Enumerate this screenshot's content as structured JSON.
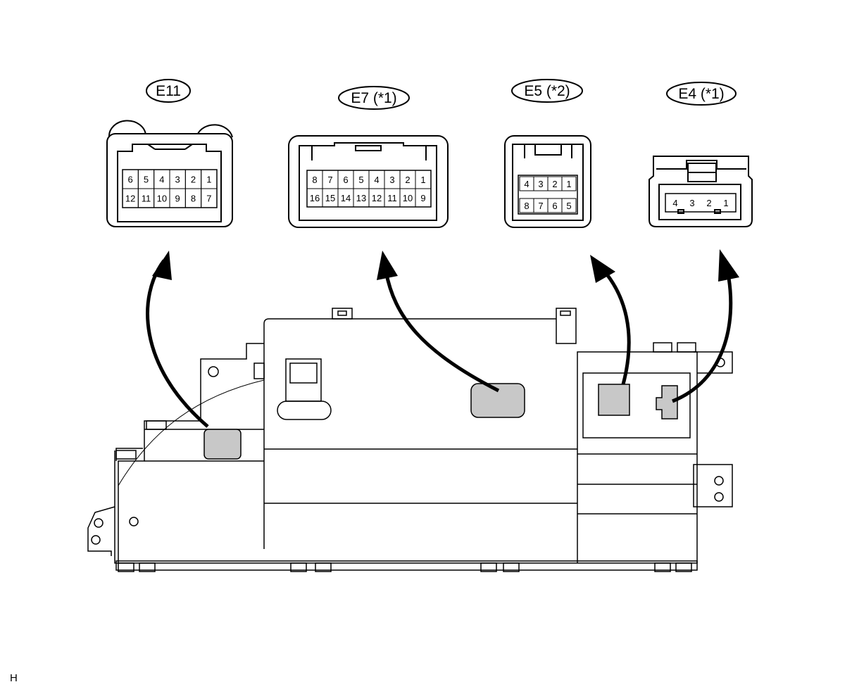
{
  "connectors": [
    {
      "id": "e11",
      "label": "E11",
      "rows": [
        [
          "6",
          "5",
          "4",
          "3",
          "2",
          "1"
        ],
        [
          "12",
          "11",
          "10",
          "9",
          "8",
          "7"
        ]
      ]
    },
    {
      "id": "e7",
      "label": "E7 (*1)",
      "rows": [
        [
          "8",
          "7",
          "6",
          "5",
          "4",
          "3",
          "2",
          "1"
        ],
        [
          "16",
          "15",
          "14",
          "13",
          "12",
          "11",
          "10",
          "9"
        ]
      ]
    },
    {
      "id": "e5",
      "label": "E5 (*2)",
      "rows": [
        [
          "4",
          "3",
          "2",
          "1"
        ],
        [
          "8",
          "7",
          "6",
          "5"
        ]
      ]
    },
    {
      "id": "e4",
      "label": "E4 (*1)",
      "rows": [
        [
          "4",
          "3",
          "2",
          "1"
        ]
      ]
    }
  ],
  "corner_mark": "H",
  "colors": {
    "line": "#000000",
    "connector_fill": "#c8c8c8",
    "background": "#ffffff"
  }
}
